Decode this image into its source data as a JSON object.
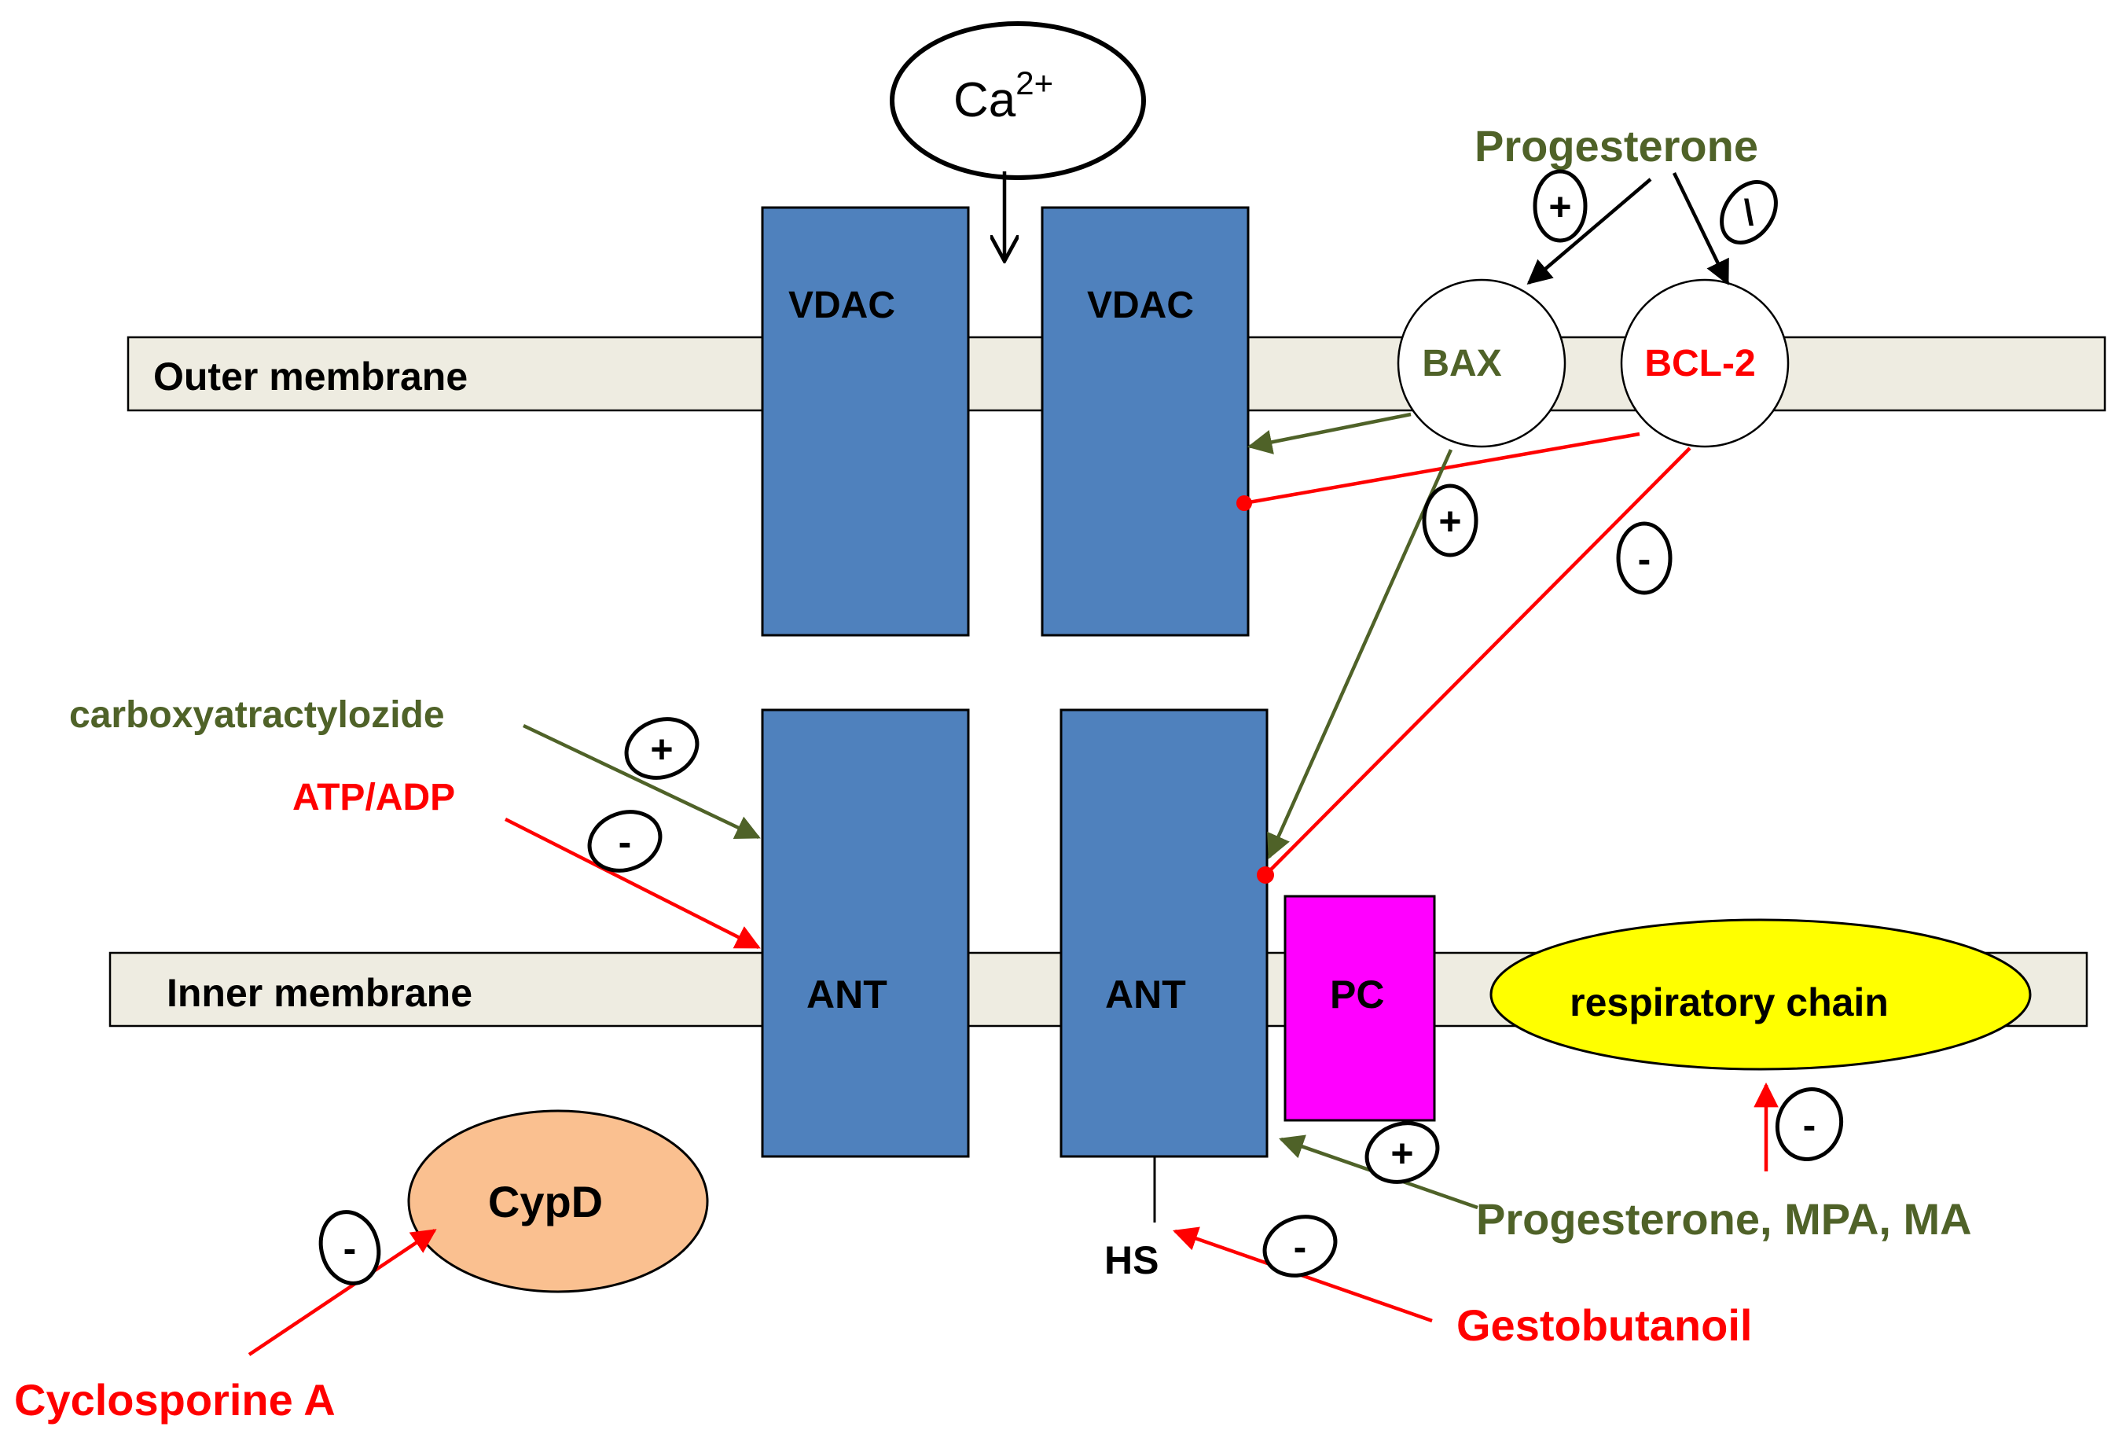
{
  "colors": {
    "membrane_fill": "#eeece1",
    "protein_fill": "#4f81bd",
    "pc_fill": "#ff00ff",
    "respiratory_fill": "#ffff00",
    "cypd_fill": "#fac090",
    "green": "#4f6228",
    "red": "#ff0000",
    "black": "#000000"
  },
  "membranes": {
    "outer": "Outer membrane",
    "inner": "Inner membrane"
  },
  "ions": {
    "calcium_base": "Ca",
    "calcium_charge": "2+"
  },
  "proteins": {
    "vdac_left": "VDAC",
    "vdac_right": "VDAC",
    "ant_left": "ANT",
    "ant_right": "ANT",
    "pc": "PC",
    "respiratory_chain": "respiratory chain",
    "cypd": "CypD",
    "bax": "BAX",
    "bcl2": "BCL-2",
    "hs": "HS"
  },
  "modulators": {
    "progesterone": "Progesterone",
    "carboxyatractylozide": "carboxyatractylozide",
    "atp_adp": "ATP/ADP",
    "progesterone_mpa_ma": "Progesterone, MPA, MA",
    "gestobutanoil": "Gestobutanoil",
    "cyclosporine_a": "Cyclosporine A"
  },
  "effect_signs": {
    "progesterone_bax": "+",
    "progesterone_bcl2": "\\",
    "bax_ant": "+",
    "bcl2_ant": "-",
    "carboxyatractylozide_ant": "+",
    "atp_adp_ant": "-",
    "progesterone_mpa_ma_ant": "+",
    "gestobutanoil_hs": "-",
    "respiratory_chain": "-",
    "cyclosporine_cypd": "-"
  }
}
